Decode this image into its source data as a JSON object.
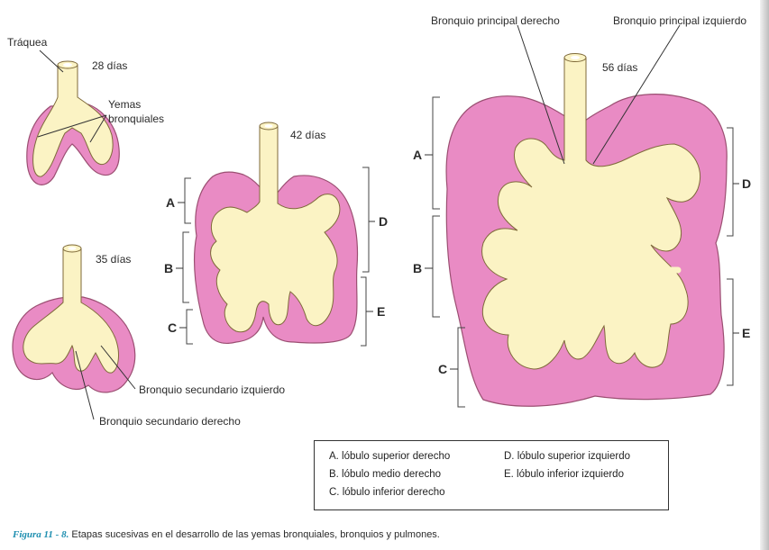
{
  "stages": {
    "d28": {
      "label": "28 días",
      "trachea": "Tráquea",
      "buds": "Yemas\nbronquiales"
    },
    "d35": {
      "label": "35 días",
      "left_secondary": "Bronquio secundario izquierdo",
      "right_secondary": "Bronquio secundario derecho"
    },
    "d42": {
      "label": "42 días"
    },
    "d56": {
      "label": "56 días",
      "right_main": "Bronquio principal derecho",
      "left_main": "Bronquio principal izquierdo"
    }
  },
  "lobe_letters": {
    "a": "A",
    "b": "B",
    "c": "C",
    "d": "D",
    "e": "E"
  },
  "legend": {
    "a": "A.  lóbulo superior derecho",
    "b": "B.  lóbulo medio derecho",
    "c": "C.  lóbulo inferior derecho",
    "d": "D.  lóbulo superior izquierdo",
    "e": "E.  lóbulo inferior izquierdo"
  },
  "caption": {
    "figure": "Figura 11 - 8.",
    "text": " Etapas sucesivas en el desarrollo de las yemas bronquiales, bronquios y pulmones."
  },
  "colors": {
    "mesenchyme": "#e98bc4",
    "epithelium": "#fbf3c4",
    "outline": "#8a4a62"
  }
}
